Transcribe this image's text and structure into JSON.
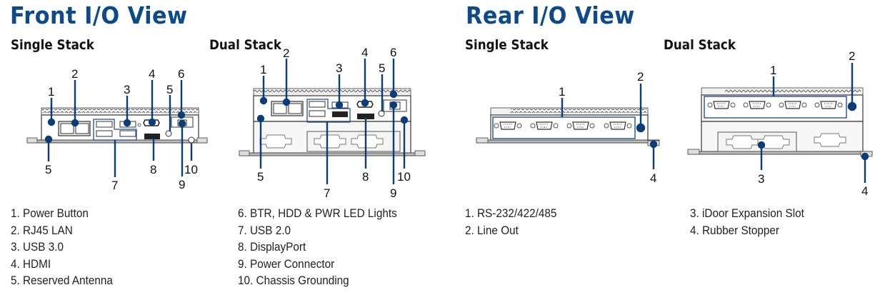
{
  "front": {
    "title": "Front I/O View",
    "single_label": "Single Stack",
    "dual_label": "Dual Stack",
    "legend_col1": [
      "1. Power Button",
      "2. RJ45 LAN",
      "3. USB 3.0",
      "4. HDMI",
      "5. Reserved Antenna"
    ],
    "legend_col2": [
      "6. BTR, HDD & PWR LED Lights",
      "7. USB 2.0",
      "8. DisplayPort",
      "9. Power Connector",
      "10. Chassis Grounding"
    ]
  },
  "rear": {
    "title": "Rear I/O View",
    "single_label": "Single Stack",
    "dual_label": "Dual Stack",
    "legend_col1": [
      "1. RS-232/422/485",
      "2. Line Out"
    ],
    "legend_col2": [
      "3. iDoor Expansion Slot",
      "4. Rubber Stopper"
    ]
  },
  "callout_numbers": {
    "n1": "1",
    "n2": "2",
    "n3": "3",
    "n4": "4",
    "n5": "5",
    "n6": "6",
    "n7": "7",
    "n8": "8",
    "n9": "9",
    "n10": "10"
  },
  "colors": {
    "accent": "#0d4a8a",
    "callout": "#0b3d78"
  }
}
